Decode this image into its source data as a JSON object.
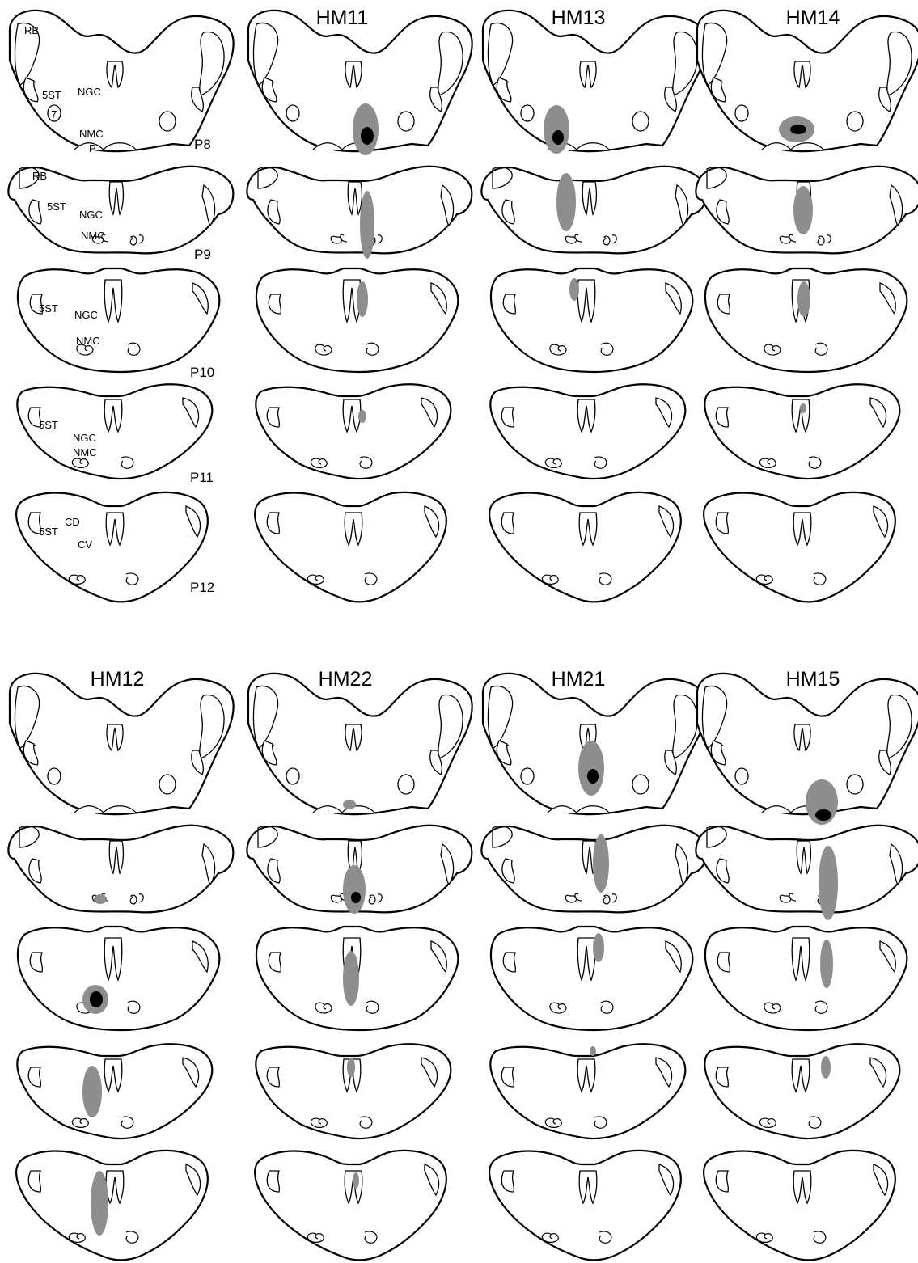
{
  "figure": {
    "columns": [
      {
        "id": "ref",
        "title": ""
      },
      {
        "id": "HM11",
        "title": "HM11"
      },
      {
        "id": "HM13",
        "title": "HM13"
      },
      {
        "id": "HM14",
        "title": "HM14"
      }
    ],
    "bottom_columns": [
      {
        "id": "HM12",
        "title": "HM12"
      },
      {
        "id": "HM22",
        "title": "HM22"
      },
      {
        "id": "HM21",
        "title": "HM21"
      },
      {
        "id": "HM15",
        "title": "HM15"
      }
    ],
    "levels": [
      "P8",
      "P9",
      "P10",
      "P11",
      "P12"
    ],
    "region_labels": {
      "P8": [
        "RB",
        "5ST",
        "NGC",
        "7",
        "NMC",
        "P"
      ],
      "P9": [
        "RB",
        "5ST",
        "NGC",
        "NMC"
      ],
      "P10": [
        "5ST",
        "NGC",
        "NMC"
      ],
      "P11": [
        "5ST",
        "NGC",
        "NMC"
      ],
      "P12": [
        "5ST",
        "CD",
        "CV"
      ]
    },
    "colors": {
      "outline": "#000000",
      "lesion_light": "#8e8e8e",
      "lesion_core": "#000000",
      "background": "#ffffff"
    }
  }
}
